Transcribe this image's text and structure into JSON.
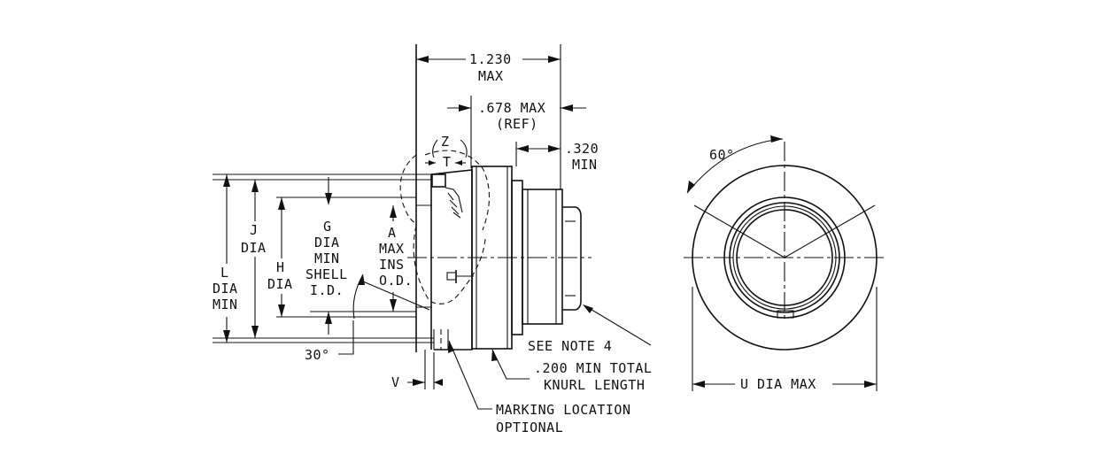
{
  "labels": {
    "overall_length": "1.230",
    "overall_length_qual": "MAX",
    "dim_678": ".678 MAX",
    "dim_678_ref": "(REF)",
    "dim_320": ".320",
    "dim_320_qual": "MIN",
    "z": "Z",
    "t": "T",
    "j_1": "J",
    "j_2": "DIA",
    "l_1": "L",
    "l_2": "DIA",
    "l_3": "MIN",
    "g_1": "G",
    "g_2": "DIA",
    "g_3": "MIN",
    "g_4": "SHELL",
    "g_5": "I.D.",
    "h_1": "H",
    "h_2": "DIA",
    "a_1": "A",
    "a_2": "MAX",
    "a_3": "INS",
    "a_4": "O.D.",
    "angle_30": "30°",
    "v": "V",
    "see_note": "SEE NOTE 4",
    "knurl_1": ".200 MIN TOTAL",
    "knurl_2": "KNURL LENGTH",
    "marking_1": "MARKING LOCATION",
    "marking_2": "OPTIONAL",
    "angle_60": "60°",
    "u_dia": "U DIA MAX"
  }
}
